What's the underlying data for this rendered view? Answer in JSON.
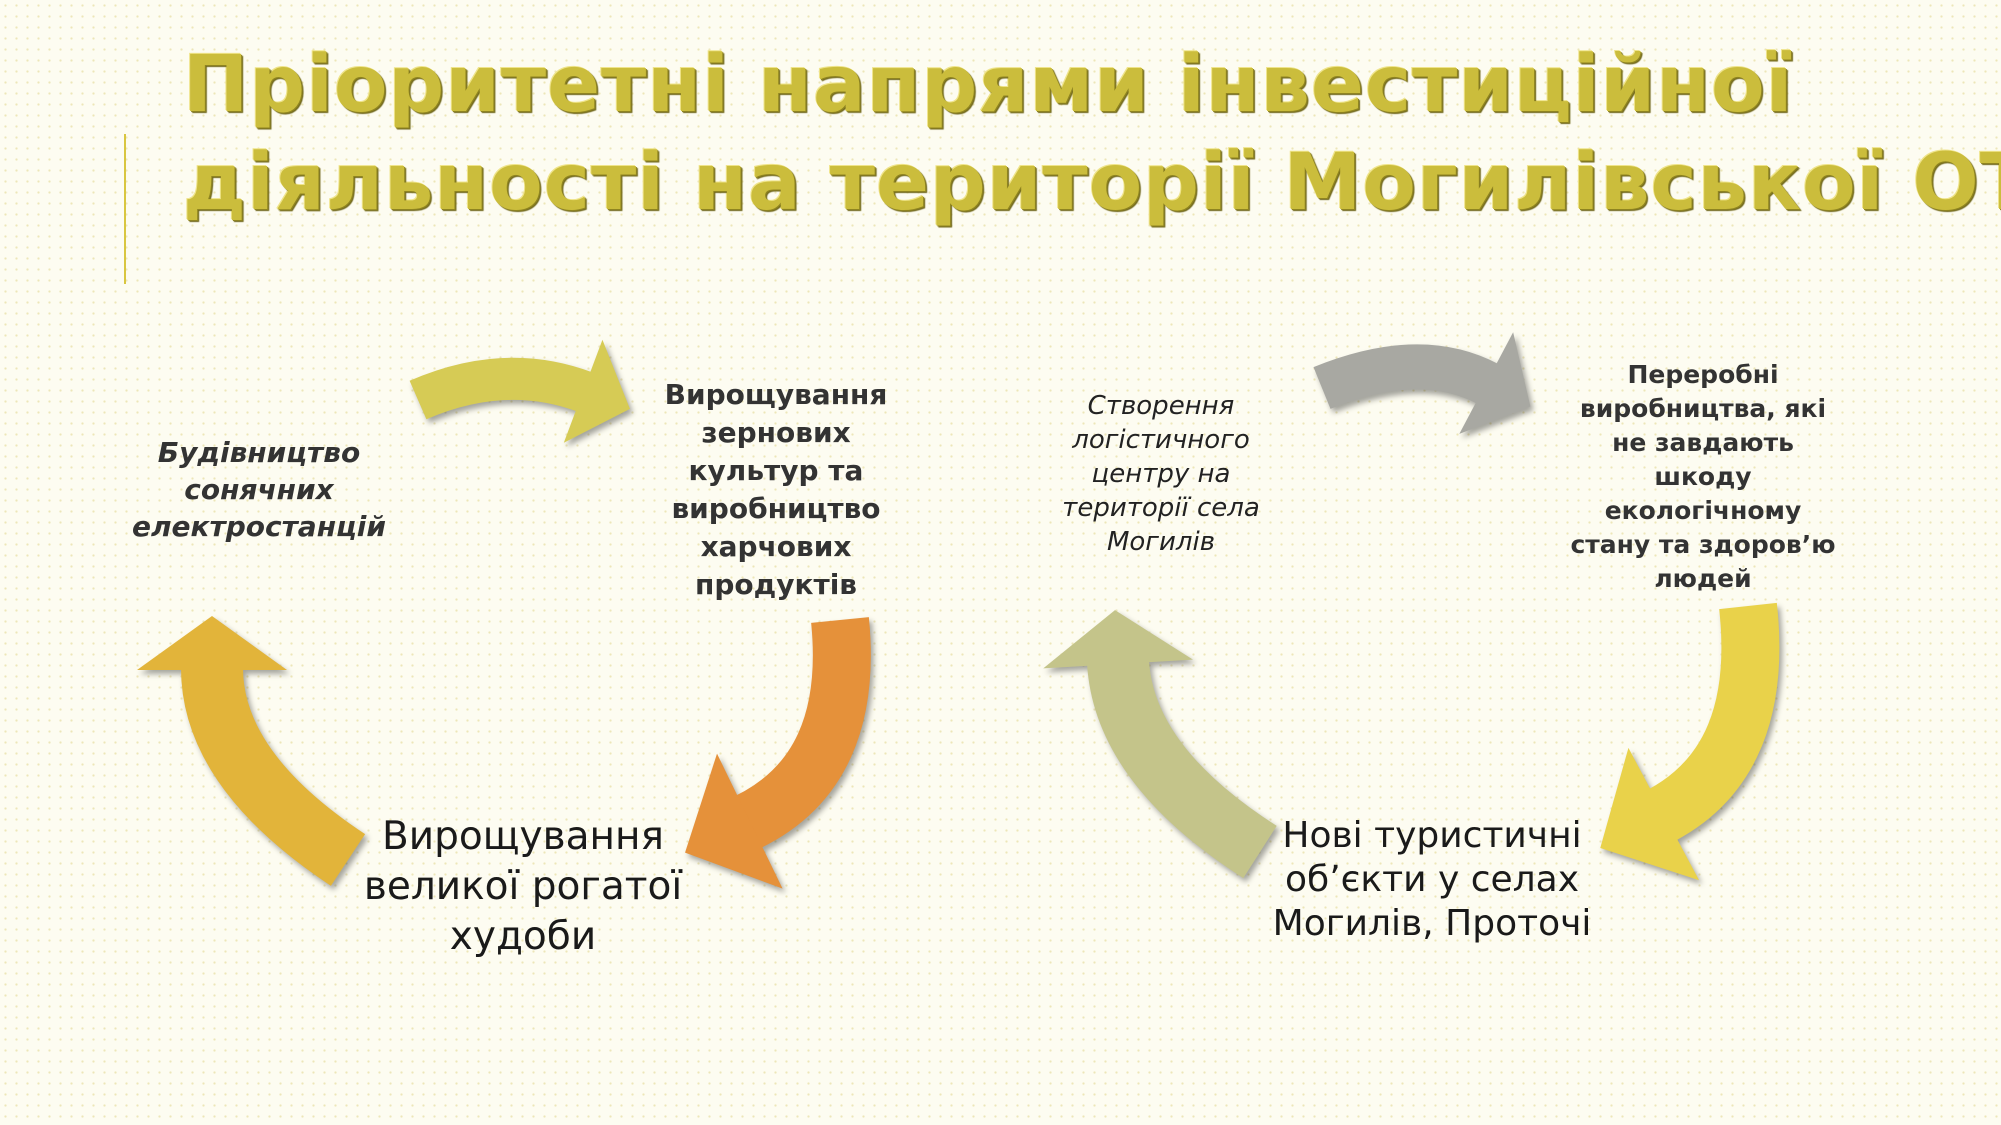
{
  "title": {
    "line1": "Пріоритетні напрями інвестиційної",
    "line2": "діяльності на території Могилівської ОТГ"
  },
  "left_cycle": {
    "solar": [
      "Будівництво",
      "сонячних",
      "електростанцій"
    ],
    "grain": [
      "Вирощування",
      "зернових",
      "культур та",
      "виробництво",
      "харчових",
      "продуктів"
    ],
    "cattle": [
      "Вирощування",
      "великої рогатої",
      "худоби"
    ]
  },
  "right_cycle": {
    "logistics": [
      "Створення",
      "логістичного",
      "центру на",
      "території села",
      "Могилів"
    ],
    "processing": [
      "Переробні",
      "виробництва, які",
      "не завдають",
      "шкоду",
      "екологічному",
      "стану та здоров’ю",
      "людей"
    ],
    "tourism": [
      "Нові туристичні",
      "об’єкти у селах",
      "Могилів, Проточі"
    ]
  },
  "colors": {
    "olive_yellow": "#d6cb55",
    "orange": "#e5913a",
    "gold": "#e2b43a",
    "grey": "#a8a8a2",
    "yellow": "#e9d24a",
    "sage": "#c4c48a"
  }
}
